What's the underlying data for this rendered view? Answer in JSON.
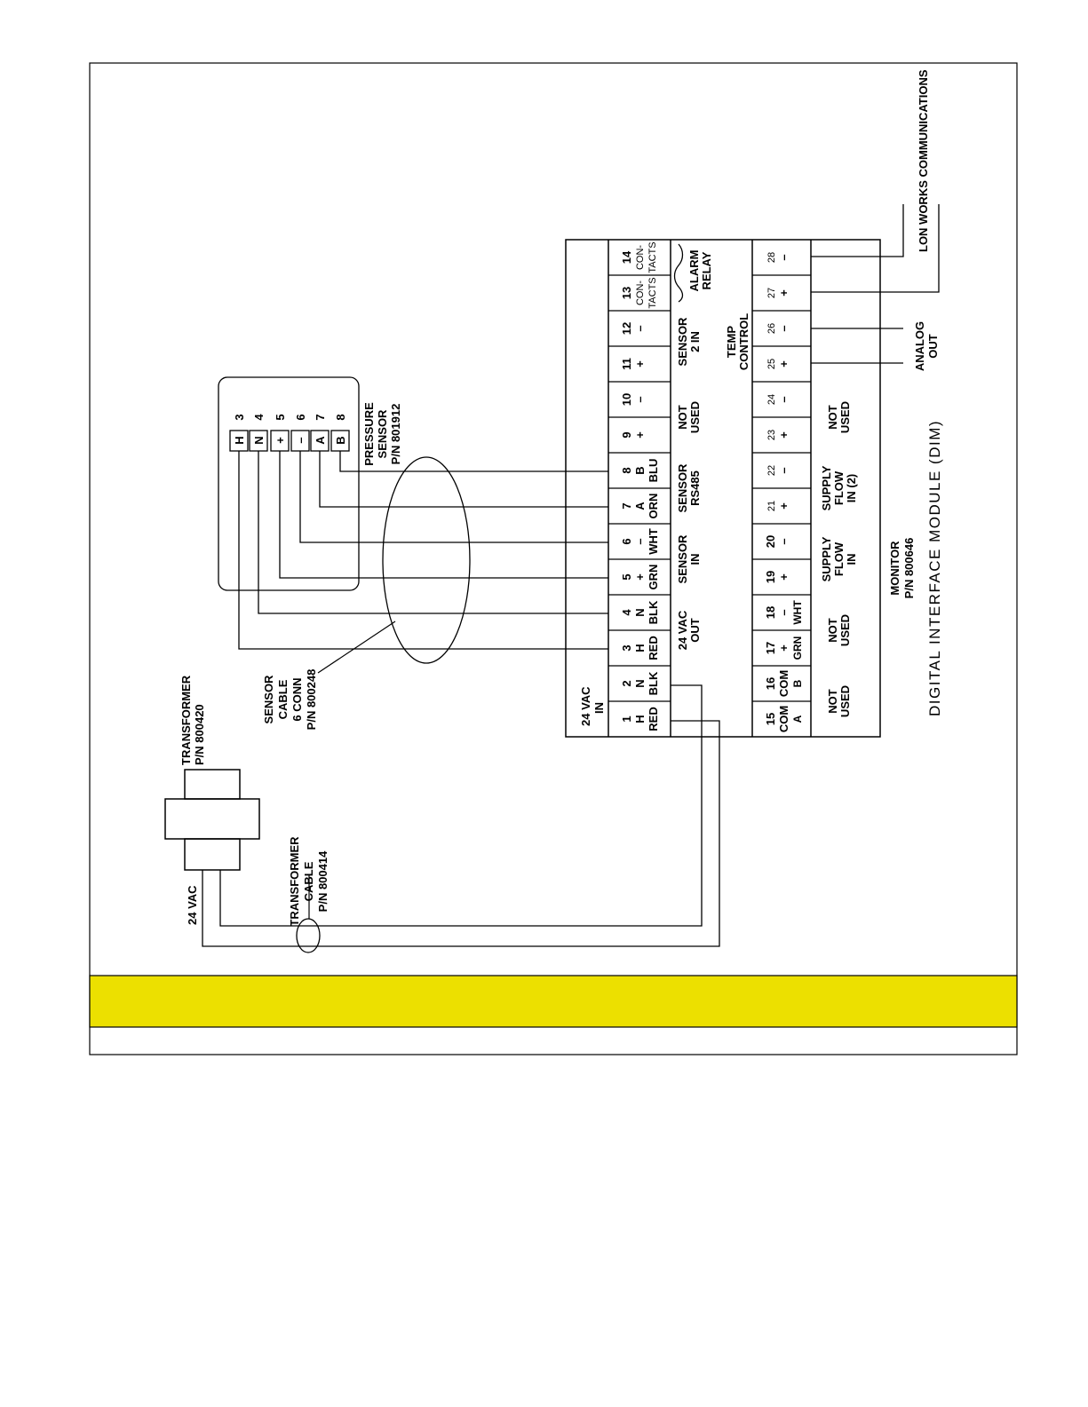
{
  "colors": {
    "line": "#000000",
    "banner": "#ECE000",
    "background": "#FFFFFF"
  },
  "transformer": {
    "label": [
      "TRANSFORMER",
      "P/N 800420"
    ],
    "vac_label": "24 VAC"
  },
  "transformer_cable": {
    "label": [
      "TRANSFORMER",
      "CABLE",
      "P/N 800414"
    ]
  },
  "sensor_cable": {
    "label": [
      "SENSOR",
      "CABLE",
      "6 CONN",
      "P/N 800248"
    ]
  },
  "pressure_sensor": {
    "label": [
      "PRESSURE",
      "SENSOR",
      "P/N 801912"
    ],
    "pins": [
      {
        "letter": "H",
        "num": "3"
      },
      {
        "letter": "N",
        "num": "4"
      },
      {
        "letter": "+",
        "num": "5"
      },
      {
        "letter": "–",
        "num": "6"
      },
      {
        "letter": "A",
        "num": "7"
      },
      {
        "letter": "B",
        "num": "8"
      }
    ]
  },
  "dim": {
    "title": "DIGITAL INTERFACE MODULE (DIM)",
    "monitor": [
      "MONITOR",
      "P/N 800646"
    ],
    "vac_in": [
      "24 VAC",
      "IN"
    ],
    "top_terminals": [
      {
        "num": "1",
        "sym": "H",
        "color": "RED"
      },
      {
        "num": "2",
        "sym": "N",
        "color": "BLK"
      },
      {
        "num": "3",
        "sym": "H",
        "color": "RED"
      },
      {
        "num": "4",
        "sym": "N",
        "color": "BLK"
      },
      {
        "num": "5",
        "sym": "+",
        "color": "GRN"
      },
      {
        "num": "6",
        "sym": "–",
        "color": "WHT"
      },
      {
        "num": "7",
        "sym": "A",
        "color": "ORN"
      },
      {
        "num": "8",
        "sym": "B",
        "color": "BLU"
      },
      {
        "num": "9",
        "sym": "+",
        "color": ""
      },
      {
        "num": "10",
        "sym": "–",
        "color": ""
      },
      {
        "num": "11",
        "sym": "+",
        "color": ""
      },
      {
        "num": "12",
        "sym": "–",
        "color": ""
      },
      {
        "num": "13",
        "sym": "CON-",
        "color": "TACTS"
      },
      {
        "num": "14",
        "sym": "CON-",
        "color": "TACTS"
      }
    ],
    "top_groups": [
      {
        "lines": [
          "24 VAC",
          "OUT"
        ]
      },
      {
        "lines": [
          "SENSOR",
          "IN"
        ]
      },
      {
        "lines": [
          "SENSOR",
          "RS485"
        ]
      },
      {
        "lines": [
          "NOT",
          "USED"
        ]
      },
      {
        "lines": [
          "SENSOR",
          "2 IN"
        ]
      },
      {
        "lines": [
          "TEMP",
          "CONTROL"
        ]
      },
      {
        "lines": [
          "ALARM",
          "RELAY"
        ]
      }
    ],
    "bottom_terminals": [
      {
        "num": "15",
        "sym": "COM",
        "color": "A"
      },
      {
        "num": "16",
        "sym": "COM",
        "color": "B"
      },
      {
        "num": "17",
        "sym": "+",
        "color": "GRN"
      },
      {
        "num": "18",
        "sym": "–",
        "color": "WHT"
      },
      {
        "num": "19",
        "sym": "+",
        "color": ""
      },
      {
        "num": "20",
        "sym": "–",
        "color": ""
      },
      {
        "num": "21",
        "sym": "+",
        "color": ""
      },
      {
        "num": "22",
        "sym": "–",
        "color": ""
      },
      {
        "num": "23",
        "sym": "+",
        "color": ""
      },
      {
        "num": "24",
        "sym": "–",
        "color": ""
      },
      {
        "num": "25",
        "sym": "+",
        "color": ""
      },
      {
        "num": "26",
        "sym": "–",
        "color": ""
      },
      {
        "num": "27",
        "sym": "+",
        "color": ""
      },
      {
        "num": "28",
        "sym": "–",
        "color": ""
      }
    ],
    "bottom_groups": [
      {
        "lines": [
          "NOT",
          "USED"
        ]
      },
      {
        "lines": [
          "NOT",
          "USED"
        ]
      },
      {
        "lines": [
          "SUPPLY",
          "FLOW",
          "IN"
        ]
      },
      {
        "lines": [
          "SUPPLY",
          "FLOW",
          "IN (2)"
        ]
      },
      {
        "lines": [
          "NOT",
          "USED"
        ]
      }
    ]
  },
  "analog_out": [
    "ANALOG",
    "OUT"
  ],
  "lon_works": "LON WORKS COMMUNICATIONS"
}
